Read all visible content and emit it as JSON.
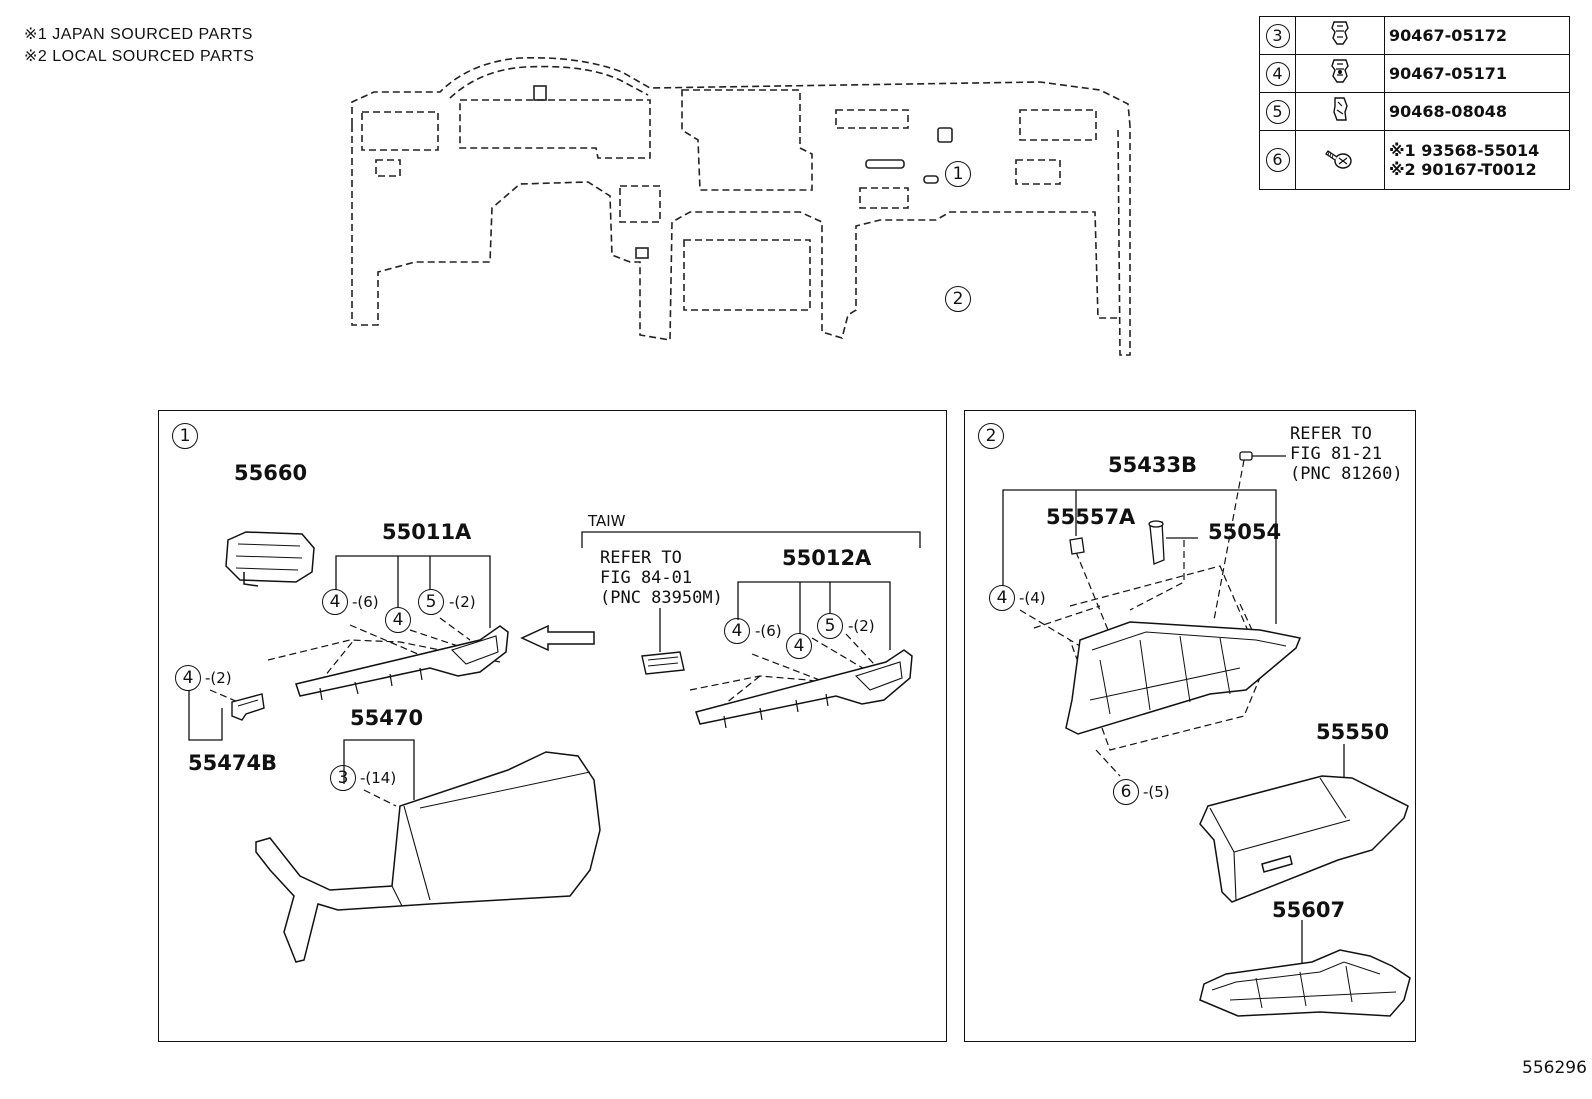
{
  "notes": [
    "※1 JAPAN SOURCED PARTS",
    "※2 LOCAL SOURCED PARTS"
  ],
  "fastener_table": [
    {
      "ref": "3",
      "part": "90467-05172",
      "icon": "clip-icon"
    },
    {
      "ref": "4",
      "part": "90467-05171",
      "icon": "clip-icon"
    },
    {
      "ref": "5",
      "part": "90468-08048",
      "icon": "clip-icon"
    },
    {
      "ref": "6",
      "part1": "※1 93568-55014",
      "part2": "※2 90167-T0012",
      "icon": "screw-icon"
    }
  ],
  "overview": {
    "callout1": "1",
    "callout2": "2"
  },
  "panel1": {
    "id": "1",
    "parts": {
      "p55660": "55660",
      "p55011A": "55011A",
      "p55012A": "55012A",
      "p55470": "55470",
      "p55474B": "55474B"
    },
    "taiw": "TAIW",
    "refer": "REFER TO\nFIG 84-01\n(PNC 83950M)",
    "callouts": {
      "a_ref": "4",
      "a_qty": "-(6)",
      "b_ref": "4",
      "c_ref": "5",
      "c_qty": "-(2)",
      "d_ref": "4",
      "d_qty": "-(6)",
      "e_ref": "4",
      "f_ref": "5",
      "f_qty": "-(2)",
      "g_ref": "4",
      "g_qty": "-(2)",
      "h_ref": "3",
      "h_qty": "-(14)"
    }
  },
  "panel2": {
    "id": "2",
    "parts": {
      "p55433B": "55433B",
      "p55557A": "55557A",
      "p55054": "55054",
      "p55550": "55550",
      "p55607": "55607"
    },
    "refer": "REFER TO\nFIG 81-21\n(PNC 81260)",
    "callouts": {
      "a_ref": "4",
      "a_qty": "-(4)",
      "b_ref": "6",
      "b_qty": "-(5)"
    }
  },
  "figure_id": "556296"
}
